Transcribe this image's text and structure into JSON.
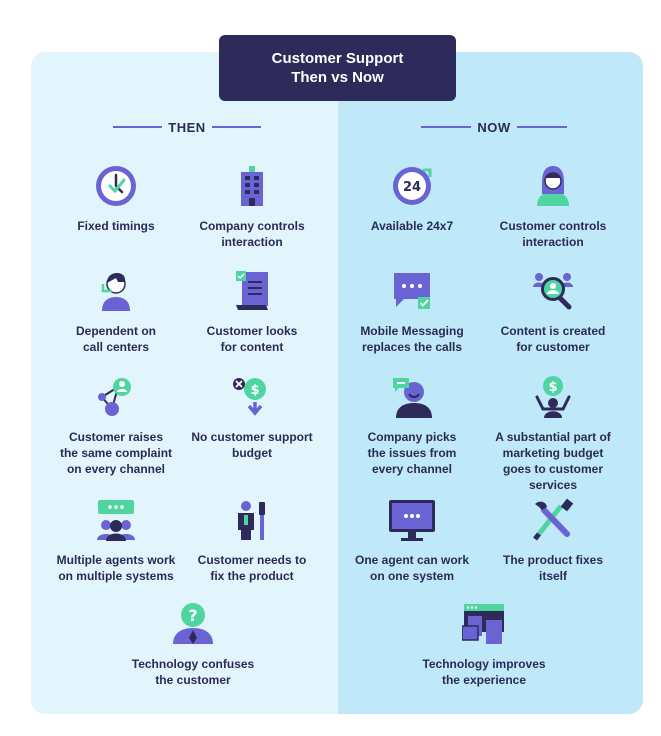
{
  "title": {
    "line1": "Customer Support",
    "line2": "Then vs Now"
  },
  "then": {
    "heading": "THEN",
    "items": [
      {
        "label": "Fixed timings",
        "icon": "clock-icon"
      },
      {
        "label": "Company controls\ninteraction",
        "icon": "building-icon"
      },
      {
        "label": "Dependent on\ncall centers",
        "icon": "call-agent-icon"
      },
      {
        "label": "Customer looks\nfor content",
        "icon": "document-scroll-icon"
      },
      {
        "label": "Customer raises\nthe same complaint\non every channel",
        "icon": "network-user-icon"
      },
      {
        "label": "No customer support\nbudget",
        "icon": "no-money-icon"
      },
      {
        "label": "Multiple agents work\non multiple systems",
        "icon": "agents-team-icon"
      },
      {
        "label": "Customer needs to\nfix the product",
        "icon": "person-tool-icon"
      },
      {
        "label": "Technology confuses\nthe customer",
        "icon": "question-person-icon"
      }
    ]
  },
  "now": {
    "heading": "NOW",
    "items": [
      {
        "label": "Available 24x7",
        "icon": "clock-24-icon"
      },
      {
        "label": "Customer controls\ninteraction",
        "icon": "customer-avatar-icon"
      },
      {
        "label": "Mobile Messaging\nreplaces the calls",
        "icon": "chat-bubble-icon"
      },
      {
        "label": "Content is created\nfor customer",
        "icon": "search-people-icon"
      },
      {
        "label": "Company picks\nthe issues from\nevery channel",
        "icon": "agent-chat-icon"
      },
      {
        "label": "A substantial part of\nmarketing budget\ngoes to customer services",
        "icon": "money-raise-icon"
      },
      {
        "label": "One agent can work\non one system",
        "icon": "monitor-icon"
      },
      {
        "label": "The product fixes\nitself",
        "icon": "wrench-screwdriver-icon"
      },
      {
        "label": "Technology improves\nthe experience",
        "icon": "browser-windows-icon"
      }
    ]
  },
  "colors": {
    "navy": "#2e2b5b",
    "purple": "#6a63d3",
    "green": "#4fd6a0",
    "then_bg": "#e2f5fc",
    "now_bg": "#bfe8f8"
  }
}
